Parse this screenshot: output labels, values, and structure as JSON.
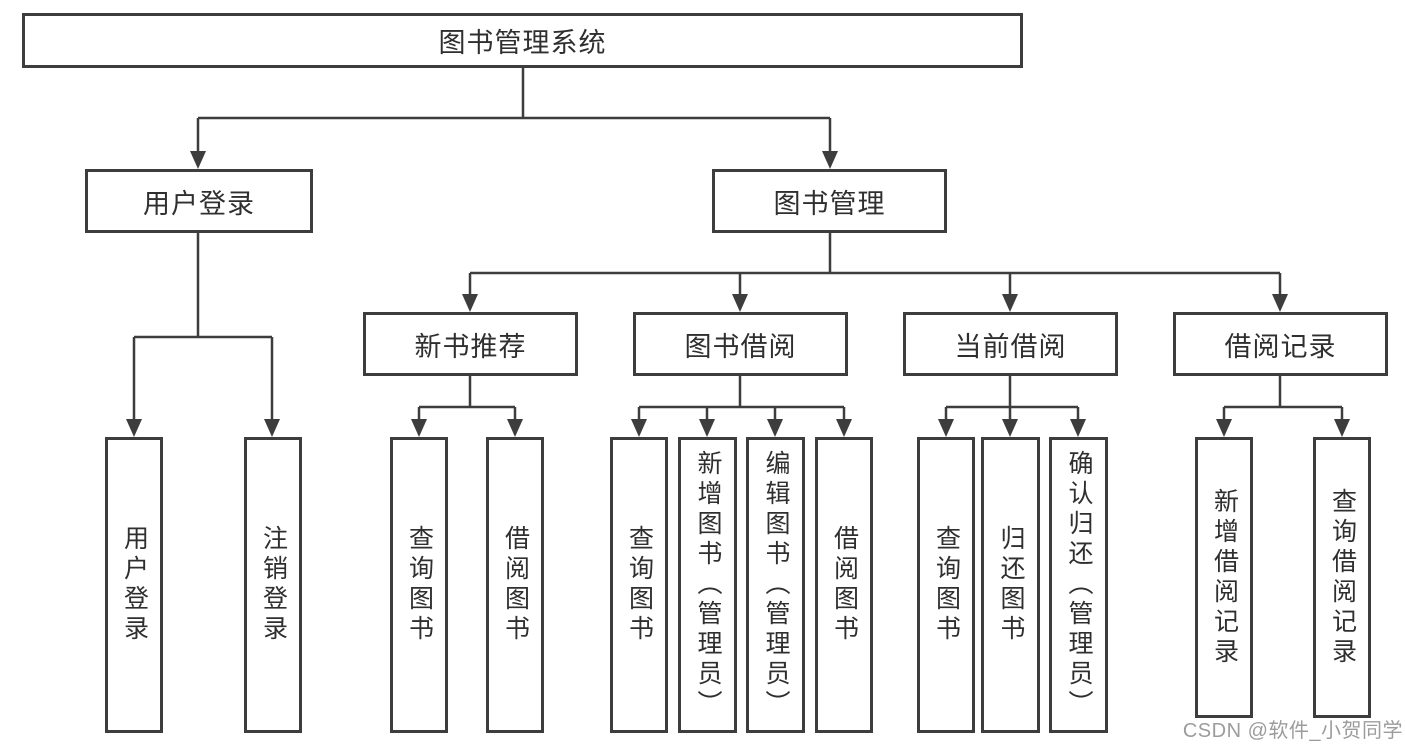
{
  "tree": {
    "root": {
      "label": "图书管理系统",
      "children": [
        {
          "label": "用户登录",
          "children": [
            {
              "label": "用户登录"
            },
            {
              "label": "注销登录"
            }
          ]
        },
        {
          "label": "图书管理",
          "children": [
            {
              "label": "新书推荐",
              "children": [
                {
                  "label": "查询图书"
                },
                {
                  "label": "借阅图书"
                }
              ]
            },
            {
              "label": "图书借阅",
              "children": [
                {
                  "label": "查询图书"
                },
                {
                  "label": "新增图书（管理员）"
                },
                {
                  "label": "编辑图书（管理员）"
                },
                {
                  "label": "借阅图书"
                }
              ]
            },
            {
              "label": "当前借阅",
              "children": [
                {
                  "label": "查询图书"
                },
                {
                  "label": "归还图书"
                },
                {
                  "label": "确认归还（管理员）"
                }
              ]
            },
            {
              "label": "借阅记录",
              "children": [
                {
                  "label": "新增借阅记录"
                },
                {
                  "label": "查询借阅记录"
                }
              ]
            }
          ]
        }
      ]
    }
  },
  "watermark": {
    "text": "CSDN @软件_小贺同学"
  },
  "colors": {
    "line": "#3d3d3d",
    "border": "#3d3d3d",
    "text": "#2f2f2f",
    "watermark": "#9c9c9c",
    "background": "#ffffff"
  }
}
